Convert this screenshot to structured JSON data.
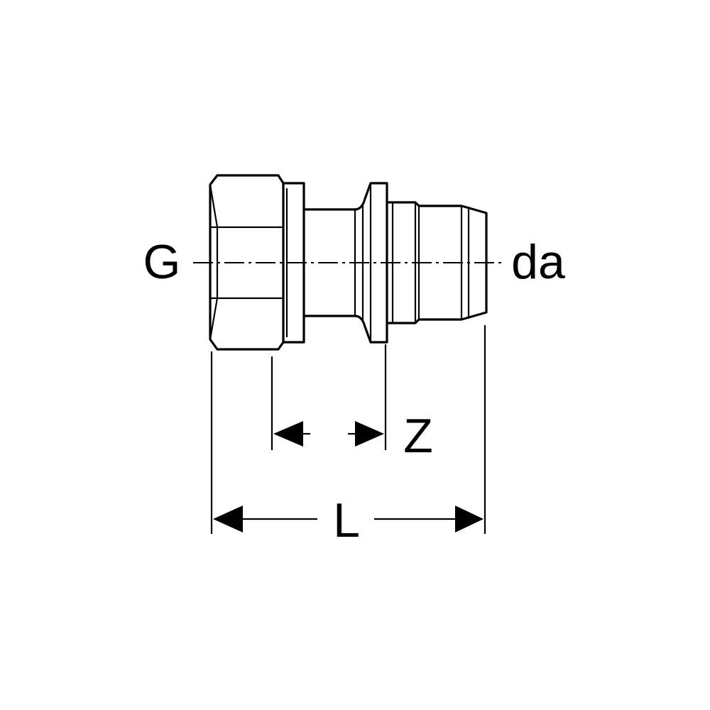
{
  "labels": {
    "thread": "G",
    "outer_diameter": "da",
    "insertion_length": "Z",
    "total_length": "L"
  }
}
